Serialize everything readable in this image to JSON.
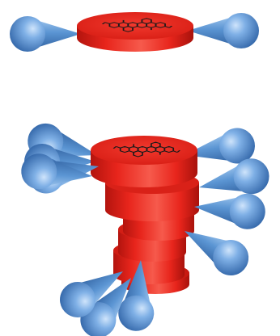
{
  "figure": {
    "panels": [
      {
        "id": "single-disc",
        "disc_count": 1,
        "cone_count": 2
      },
      {
        "id": "stacked-column",
        "disc_count": 6,
        "cone_count": 12
      }
    ],
    "colors": {
      "disc": "#e8251c",
      "disc_dark": "#b3140e",
      "disc_light": "#f65a4c",
      "cone": "#5b95d3",
      "cone_dark": "#2f63a6",
      "cone_light": "#a9cdf2",
      "molecule_line": "#1a1a1a"
    }
  }
}
